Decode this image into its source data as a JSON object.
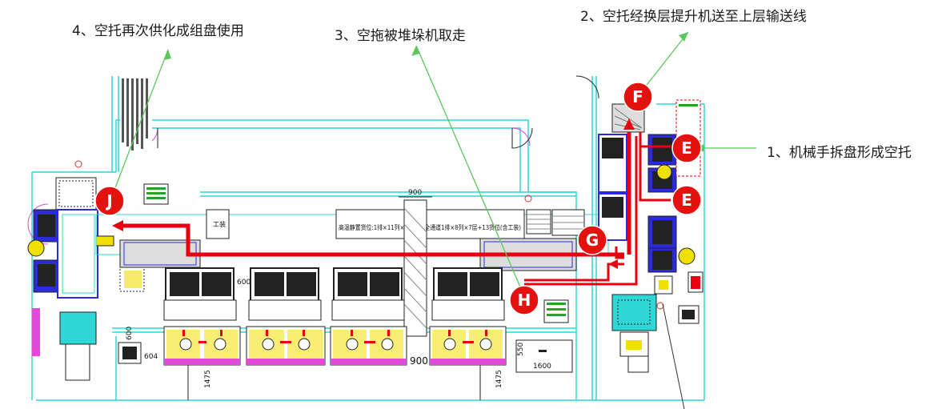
{
  "callouts": {
    "step1": "1、机械手拆盘形成空托",
    "step2": "2、空托经换层提升机送至上层输送线",
    "step3": "3、空拖被堆垛机取走",
    "step4": "4、空托再次供化成组盘使用"
  },
  "markers": {
    "E1": "E",
    "E2": "E",
    "F": "F",
    "G": "G",
    "H": "H",
    "J": "J"
  },
  "labels": {
    "work_station": "工装",
    "shelf_desc": "高温静置货位:1排×11列×13层-安全通道1排×8列×7层+13货位(含工装)",
    "dim_900_top": "900",
    "dim_900_bottom": "900",
    "dim_600_a": "600",
    "dim_600_b": "600",
    "dim_604": "604",
    "dim_1475_a": "1475",
    "dim_1475_b": "1475",
    "dim_550": "550",
    "dim_1600": "1600"
  },
  "colors": {
    "flow_red": "#e8000e",
    "marker_red": "#e4120f",
    "cad_cyan": "#2fd6d6",
    "cad_blue": "#2b2bd9",
    "magenta": "#e04ad6",
    "leader_green": "#5cc85c",
    "yellow": "#f0e000"
  }
}
